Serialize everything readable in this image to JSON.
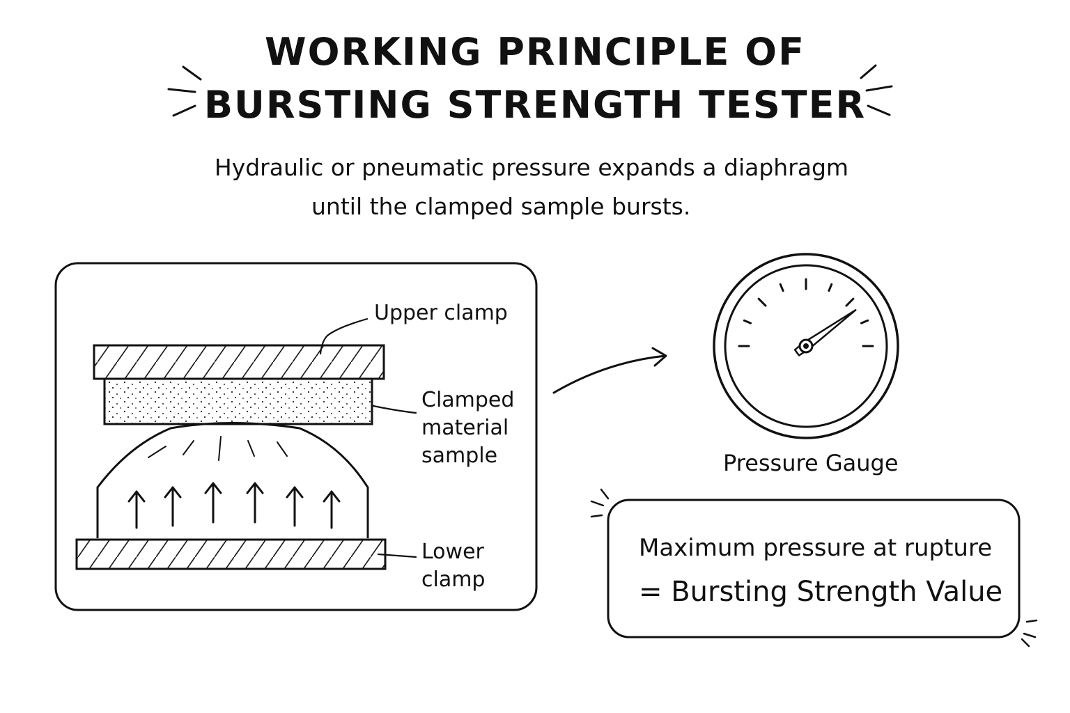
{
  "title": {
    "line1": "WORKING PRINCIPLE OF",
    "line2": "BURSTING STRENGTH TESTER"
  },
  "subtitle": {
    "line1": "Hydraulic or pneumatic pressure expands a diaphragm",
    "line2": "until the clamped sample bursts."
  },
  "diagram": {
    "upper_clamp": "Upper clamp",
    "sample_lines": [
      "Clamped",
      "material",
      "sample"
    ],
    "lower_clamp_lines": [
      "Lower",
      "clamp"
    ]
  },
  "gauge": {
    "label": "Pressure Gauge",
    "icon": "pressure-gauge-icon",
    "reading_fraction": 0.8
  },
  "result": {
    "line1": "Maximum pressure at rupture",
    "line2": "= Bursting Strength Value"
  },
  "colors": {
    "ink": "#111111",
    "background": "#ffffff"
  }
}
